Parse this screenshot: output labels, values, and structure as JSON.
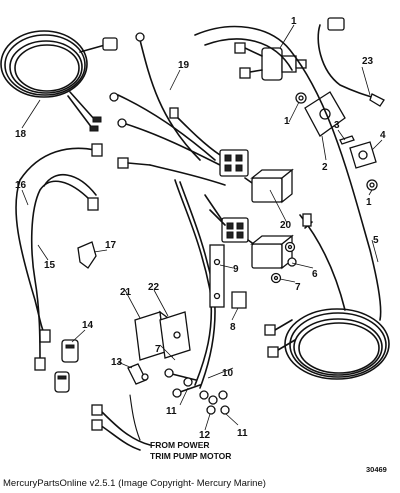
{
  "callouts": [
    "1",
    "2",
    "3",
    "4",
    "5",
    "6",
    "7",
    "8",
    "9",
    "10",
    "11",
    "12",
    "13",
    "14",
    "15",
    "16",
    "17",
    "18",
    "19",
    "20",
    "21",
    "22",
    "23"
  ],
  "note_from_power": [
    "FROM POWER",
    "TRIM PUMP MOTOR"
  ],
  "figure_number": "30469",
  "footer_caption": "MercuryPartsOnline v2.5.1 (Image Copyright- Mercury Marine)"
}
